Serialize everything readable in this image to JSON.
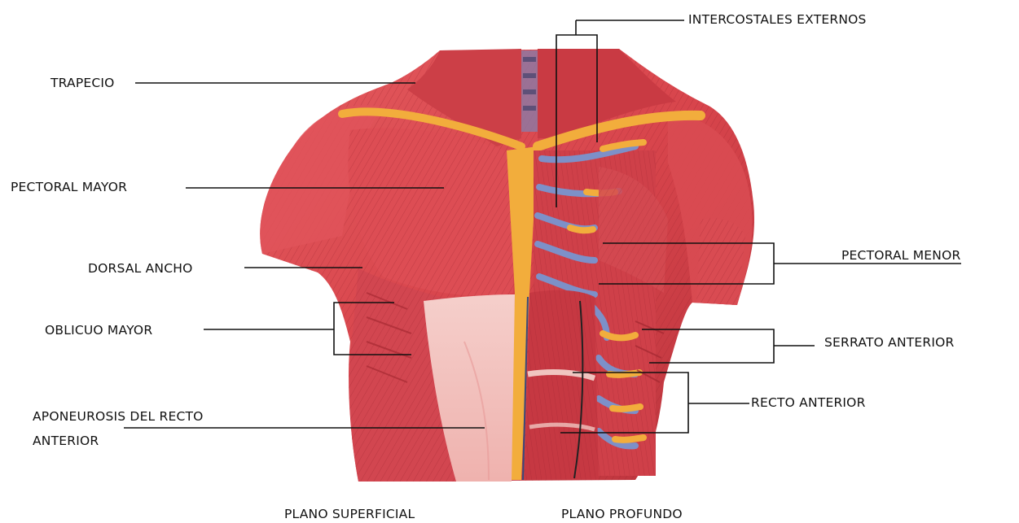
{
  "labels": {
    "trapecio": "TRAPECIO",
    "pectoral_mayor": "PECTORAL MAYOR",
    "dorsal_ancho": "DORSAL ANCHO",
    "oblicuo_mayor": "OBLICUO MAYOR",
    "aponeurosis_line1": "APONEUROSIS DEL RECTO",
    "aponeurosis_line2": "ANTERIOR",
    "intercostales_externos": "INTERCOSTALES EXTERNOS",
    "pectoral_menor": "PECTORAL MENOR",
    "serrato_anterior": "SERRATO ANTERIOR",
    "recto_anterior": "RECTO ANTERIOR"
  },
  "captions": {
    "left": "PLANO SUPERFICIAL",
    "right": "PLANO PROFUNDO"
  },
  "colors": {
    "muscle": "#d8454c",
    "muscle_dark": "#a82a33",
    "muscle_light": "#ec7b7d",
    "tendon": "#f2ad3c",
    "aponeurosis": "#f4c7c4",
    "rib_blue": "#7d90c8",
    "line": "#111111"
  }
}
